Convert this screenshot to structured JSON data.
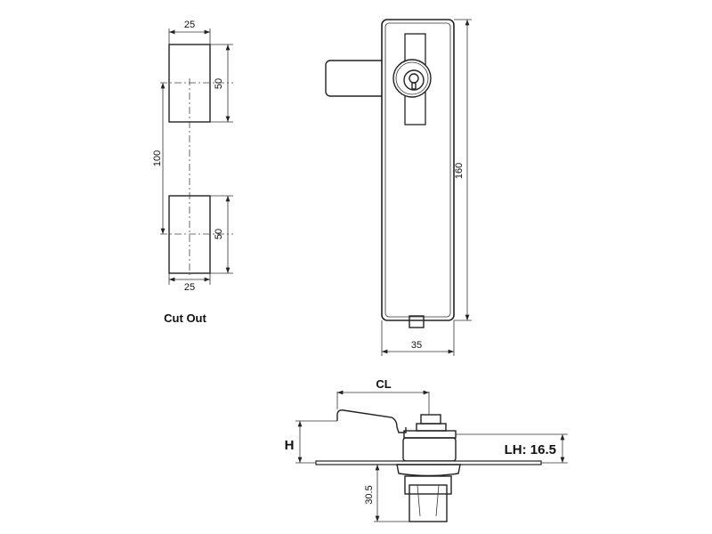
{
  "cutout": {
    "label": "Cut Out",
    "width_top": "25",
    "height_top": "50",
    "spacing": "100",
    "height_bottom": "50",
    "width_bottom": "25"
  },
  "front_view": {
    "height": "160",
    "width": "35"
  },
  "side_view": {
    "cl": "CL",
    "h": "H",
    "lh": "LH: 16.5",
    "depth": "30.5"
  }
}
